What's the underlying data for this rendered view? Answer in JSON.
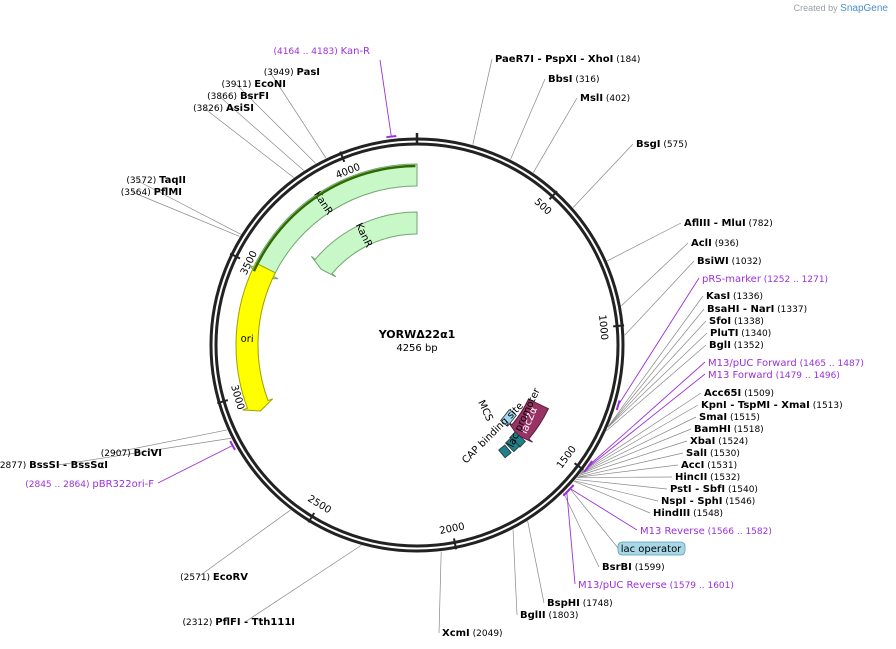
{
  "credit": {
    "prefix": "Created by",
    "brand": "SnapGene"
  },
  "plasmid": {
    "name": "YORWΔ22α1",
    "size_label": "4256 bp",
    "length": 4256
  },
  "ticks": [
    {
      "bp": 500,
      "label": "500"
    },
    {
      "bp": 1000,
      "label": "1000"
    },
    {
      "bp": 1500,
      "label": "1500"
    },
    {
      "bp": 2000,
      "label": "2000"
    },
    {
      "bp": 2500,
      "label": "2500"
    },
    {
      "bp": 3000,
      "label": "3000"
    },
    {
      "bp": 3500,
      "label": "3500"
    },
    {
      "bp": 4000,
      "label": "4000"
    }
  ],
  "features": [
    {
      "name": "KanR",
      "start": 3465,
      "end": 4256,
      "color": "#c8f7c8",
      "stroke": "#6fa76f",
      "ring": 1,
      "dir": "rev"
    },
    {
      "name": "KanR",
      "start": 3645,
      "end": 4256,
      "color": "#c8f7c8",
      "stroke": "#6fa76f",
      "ring": 2,
      "dir": "rev"
    },
    {
      "name": "ori",
      "start": 2922,
      "end": 3511,
      "color": "#ffff00",
      "stroke": "#a0a000",
      "ring": 1,
      "dir": "rev"
    },
    {
      "name": "lacZα",
      "start": 1370,
      "end": 1560,
      "color": "#993366",
      "stroke": "#5a1e3c",
      "ring": 1,
      "dir": "fwd"
    }
  ],
  "small_features": {
    "mcs": "MCS",
    "lac_promoter": "lac promoter",
    "cap_site": "CAP binding site",
    "lac_operator": "lac operator"
  },
  "sites": [
    {
      "name": "PaeR7I",
      "extra": [
        "PspXI",
        "XhoI"
      ],
      "pos": "184",
      "bp": 184
    },
    {
      "name": "BbsI",
      "extra": [],
      "pos": "316",
      "bp": 316
    },
    {
      "name": "MslI",
      "extra": [],
      "pos": "402",
      "bp": 402
    },
    {
      "name": "BsgI",
      "extra": [],
      "pos": "575",
      "bp": 575
    },
    {
      "name": "AflIII",
      "extra": [
        "MluI"
      ],
      "pos": "782",
      "bp": 782
    },
    {
      "name": "AclI",
      "extra": [],
      "pos": "936",
      "bp": 936
    },
    {
      "name": "BsiWI",
      "extra": [],
      "pos": "1032",
      "bp": 1032
    },
    {
      "name": "KasI",
      "extra": [],
      "pos": "1336",
      "bp": 1336
    },
    {
      "name": "BsaHI",
      "extra": [
        "NarI"
      ],
      "pos": "1337",
      "bp": 1337
    },
    {
      "name": "SfoI",
      "extra": [],
      "pos": "1338",
      "bp": 1338
    },
    {
      "name": "PluTI",
      "extra": [],
      "pos": "1340",
      "bp": 1340
    },
    {
      "name": "BglI",
      "extra": [],
      "pos": "1352",
      "bp": 1352
    },
    {
      "name": "Acc65I",
      "extra": [],
      "pos": "1509",
      "bp": 1509
    },
    {
      "name": "KpnI",
      "extra": [
        "TspMI",
        "XmaI"
      ],
      "pos": "1513",
      "bp": 1513
    },
    {
      "name": "SmaI",
      "extra": [],
      "pos": "1515",
      "bp": 1515
    },
    {
      "name": "BamHI",
      "extra": [],
      "pos": "1518",
      "bp": 1518
    },
    {
      "name": "XbaI",
      "extra": [],
      "pos": "1524",
      "bp": 1524
    },
    {
      "name": "SalI",
      "extra": [],
      "pos": "1530",
      "bp": 1530
    },
    {
      "name": "AccI",
      "extra": [],
      "pos": "1531",
      "bp": 1531
    },
    {
      "name": "HincII",
      "extra": [],
      "pos": "1532",
      "bp": 1532
    },
    {
      "name": "PstI",
      "extra": [
        "SbfI"
      ],
      "pos": "1540",
      "bp": 1540
    },
    {
      "name": "NspI",
      "extra": [
        "SphI"
      ],
      "pos": "1546",
      "bp": 1546
    },
    {
      "name": "HindIII",
      "extra": [],
      "pos": "1548",
      "bp": 1548
    },
    {
      "name": "BsrBI",
      "extra": [],
      "pos": "1599",
      "bp": 1599
    },
    {
      "name": "BspHI",
      "extra": [],
      "pos": "1748",
      "bp": 1748
    },
    {
      "name": "BglII",
      "extra": [],
      "pos": "1803",
      "bp": 1803
    },
    {
      "name": "XcmI",
      "extra": [],
      "pos": "2049",
      "bp": 2049
    },
    {
      "name": "PflFI",
      "extra": [
        "Tth111I"
      ],
      "pos": "2312",
      "bp": 2312
    },
    {
      "name": "EcoRV",
      "extra": [],
      "pos": "2571",
      "bp": 2571
    },
    {
      "name": "BssSI",
      "extra": [
        "BssSαI"
      ],
      "pos": "2877",
      "bp": 2877
    },
    {
      "name": "BciVI",
      "extra": [],
      "pos": "2907",
      "bp": 2907
    },
    {
      "name": "PflMI",
      "extra": [],
      "pos": "3564",
      "bp": 3564
    },
    {
      "name": "TaqII",
      "extra": [],
      "pos": "3572",
      "bp": 3572
    },
    {
      "name": "AsiSI",
      "extra": [],
      "pos": "3826",
      "bp": 3826
    },
    {
      "name": "BsrFI",
      "extra": [],
      "pos": "3866",
      "bp": 3866
    },
    {
      "name": "EcoNI",
      "extra": [],
      "pos": "3911",
      "bp": 3911
    },
    {
      "name": "PasI",
      "extra": [],
      "pos": "3949",
      "bp": 3949
    }
  ],
  "primers": [
    {
      "name": "Kan-R",
      "range": "(4164 .. 4183)",
      "bp": 4173
    },
    {
      "name": "pRS-marker",
      "range": "(1252 .. 1271)",
      "bp": 1261
    },
    {
      "name": "M13/pUC Forward",
      "range": "(1465 .. 1487)",
      "bp": 1476
    },
    {
      "name": "M13 Forward",
      "range": "(1479 .. 1496)",
      "bp": 1487
    },
    {
      "name": "M13 Reverse",
      "range": "(1566 .. 1582)",
      "bp": 1574
    },
    {
      "name": "M13/pUC Reverse",
      "range": "(1579 .. 1601)",
      "bp": 1590
    },
    {
      "name": "pBR322ori-F",
      "range": "(2845 .. 2864)",
      "bp": 2854
    }
  ]
}
